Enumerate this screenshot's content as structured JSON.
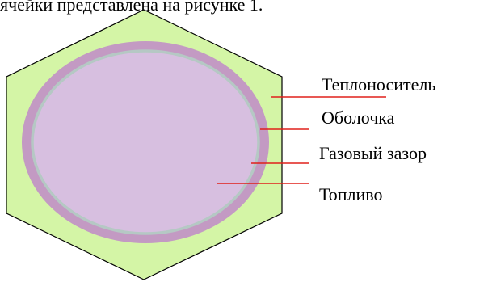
{
  "caption_fragment": "ячейки представлена на рисунке 1.",
  "diagram": {
    "labels": {
      "coolant": "Теплоноситель",
      "cladding": "Оболочка",
      "gas_gap": "Газовый зазор",
      "fuel": "Топливо"
    },
    "colors": {
      "coolant_fill": "#d4f5a6",
      "hex_stroke": "#000000",
      "cladding_fill": "#c39ac3",
      "gas_gap_stroke": "#b5c8c4",
      "fuel_fill": "#d7bfe0",
      "leader_line": "#e0201b"
    }
  }
}
